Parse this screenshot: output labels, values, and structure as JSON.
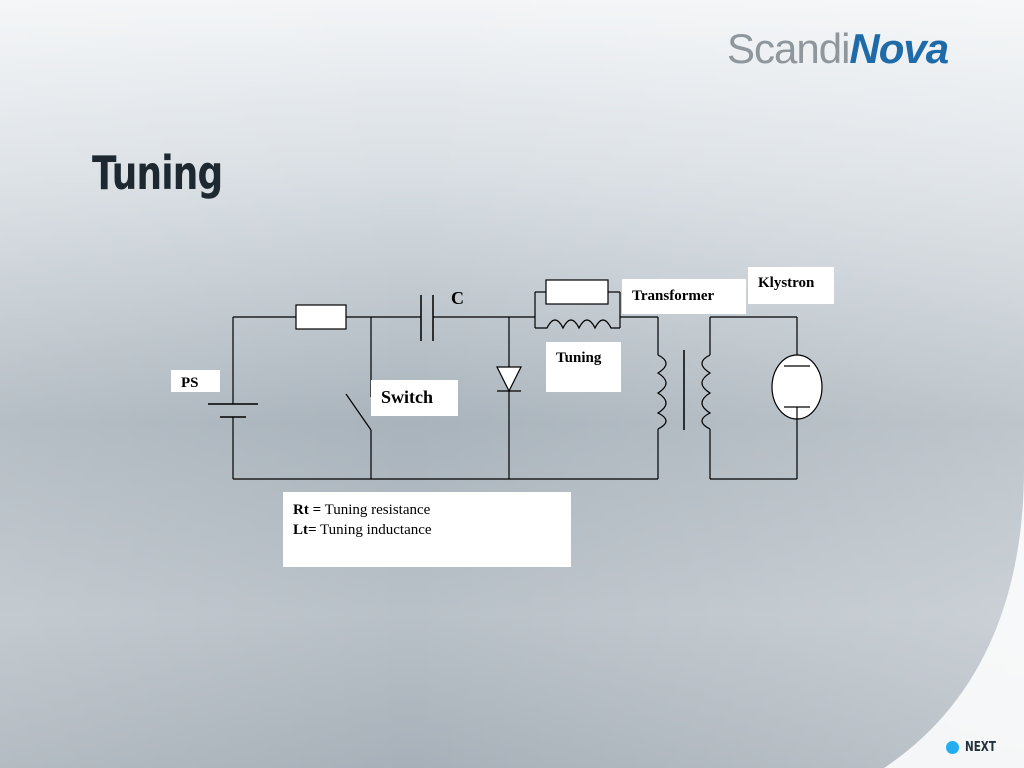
{
  "logo": {
    "part1": "Scandi",
    "part2": "Nova"
  },
  "slide": {
    "title": "Tuning"
  },
  "diagram": {
    "labels": {
      "capacitor": "C",
      "power_supply": "PS",
      "switch": "Switch",
      "tuning": "Tuning",
      "transformer": "Transformer",
      "klystron": "Klystron"
    },
    "legend": [
      {
        "symbol": "Rt =",
        "meaning": " Tuning resistance"
      },
      {
        "symbol": "Lt=",
        "meaning": " Tuning inductance"
      }
    ]
  },
  "nav": {
    "next_label": "NEXT"
  },
  "colors": {
    "accent": "#1f6aa8",
    "next_dot": "#22aef0",
    "title": "#1d2830"
  }
}
